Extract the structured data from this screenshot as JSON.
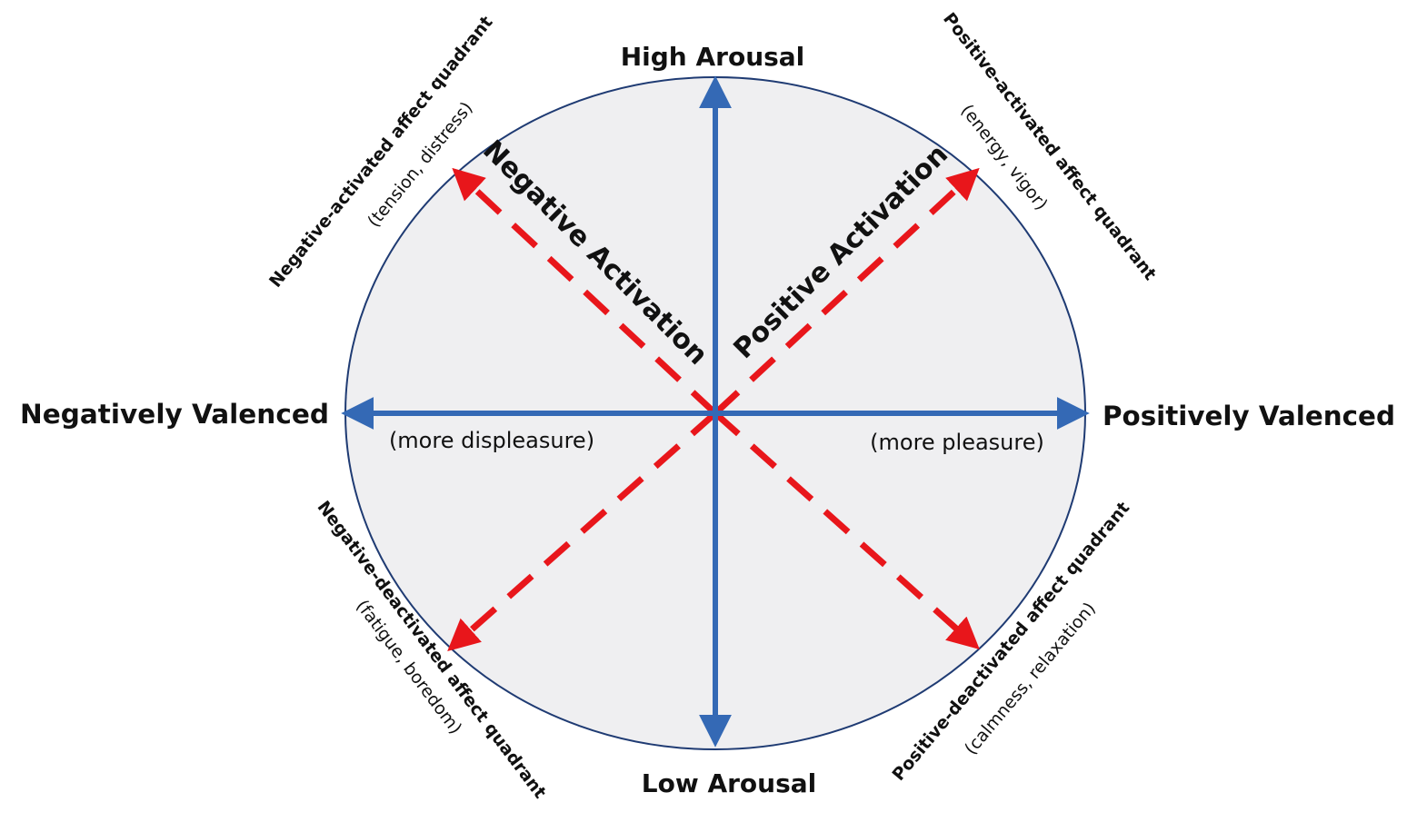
{
  "colors": {
    "circle_fill": "#efeff1",
    "circle_stroke": "#1f3b73",
    "axis_color": "#3469b5",
    "dash_color": "#e8161b",
    "text_color": "#111111"
  },
  "axes": {
    "top": "High Arousal",
    "bottom": "Low Arousal",
    "left": "Negatively Valenced",
    "right": "Positively Valenced",
    "left_sub": "(more displeasure)",
    "right_sub": "(more pleasure)"
  },
  "diagonals": {
    "negative": "Negative Activation",
    "positive": "Positive Activation"
  },
  "quadrants": {
    "top_left": {
      "title": "Negative-activated affect quadrant",
      "sub": "(tension, distress)"
    },
    "top_right": {
      "title": "Positive-activated affect quadrant",
      "sub": "(energy, vigor)"
    },
    "bottom_left": {
      "title": "Negative-deactivated affect quadrant",
      "sub": "(fatigue, boredom)"
    },
    "bottom_right": {
      "title": "Positive-deactivated affect quadrant",
      "sub": "(calmness, relaxation)"
    }
  }
}
